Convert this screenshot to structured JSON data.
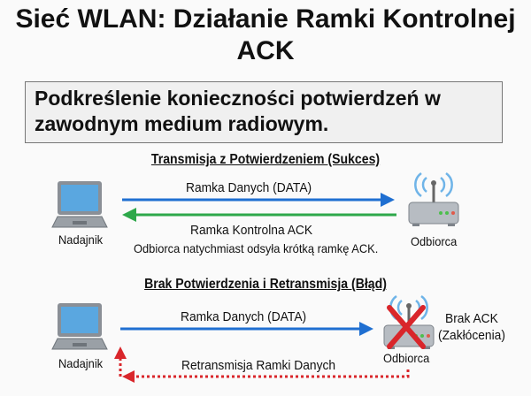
{
  "title": "Sieć WLAN: Działanie Ramki Kontrolnej ACK",
  "subtitle": "Podkreślenie konieczności potwierdzeń w zawodnym medium radiowym.",
  "success": {
    "heading": "Transmisja z Potwierdzeniem (Sukces)",
    "data_arrow": "Ramka Danych (DATA)",
    "ack_arrow": "Ramka Kontrolna ACK",
    "sender": "Nadajnik",
    "receiver": "Odbiorca",
    "note": "Odbiorca natychmiast odsyła krótką ramkę ACK."
  },
  "failure": {
    "heading": "Brak Potwierdzenia i Retransmisja (Błąd)",
    "data_arrow": "Ramka Danych (DATA)",
    "sender": "Nadajnik",
    "receiver": "Odbiorca",
    "no_ack_line1": "Brak ACK",
    "no_ack_line2": "(Zakłócenia)",
    "retransmit_arrow": "Retransmisja Ramki Danych"
  },
  "colors": {
    "data": "#1f6fd1",
    "ack": "#2ea84a",
    "error": "#d9262b"
  }
}
